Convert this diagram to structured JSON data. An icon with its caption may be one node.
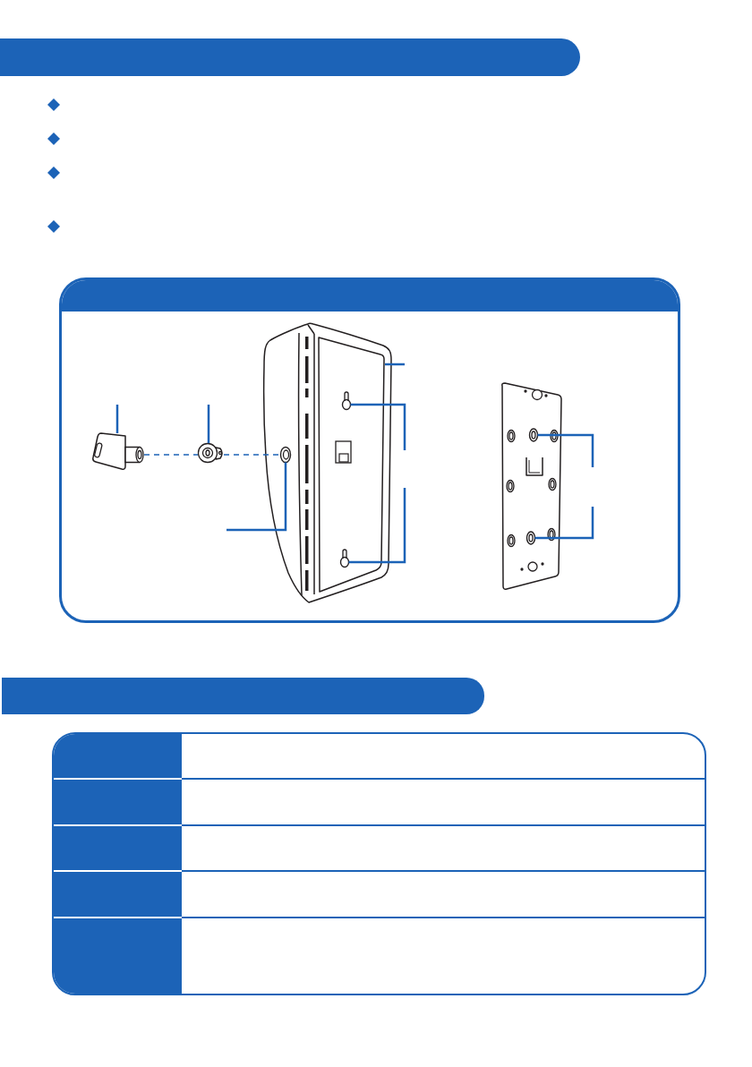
{
  "diagram": {
    "nodes": [
      {
        "text": [],
        "shape": "bar"
      },
      {
        "text": [],
        "shape": "box"
      },
      {
        "text": [],
        "shape": "bar",
        "in": 1
      },
      {
        "text": [],
        "shape": "picture",
        "in": 1
      },
      {
        "text": [],
        "shape": "picture",
        "in": 1
      },
      {
        "text": [],
        "shape": "picture",
        "in": 1
      },
      {
        "text": [],
        "shape": "circle",
        "in": 5
      },
      {
        "text": [],
        "shape": "picture",
        "in": 5
      },
      {
        "text": [],
        "shape": "circle",
        "in": 7
      },
      {
        "text": [],
        "shape": "circle",
        "in": 7
      },
      {
        "text": [],
        "shape": "picture",
        "in": 1
      },
      {
        "text": [],
        "shape": "circle",
        "in": 10
      },
      {
        "text": [],
        "shape": "circle",
        "in": 10
      },
      {
        "text": [],
        "shape": "bar"
      },
      {
        "text": [],
        "shape": "box"
      },
      {
        "text": [],
        "shape": "box",
        "in": 14
      },
      {
        "text": [],
        "shape": "box",
        "in": 14
      },
      {
        "text": [],
        "shape": "box",
        "in": 14
      },
      {
        "text": [],
        "shape": "box",
        "in": 14
      },
      {
        "text": [],
        "shape": "box",
        "in": 14
      }
    ],
    "edges": [
      {
        "from": null,
        "to": 3,
        "arrow": "none"
      },
      {
        "from": null,
        "to": 4,
        "arrow": "none"
      },
      {
        "from": 3,
        "to": 4,
        "arrow": "none",
        "style": "dashed"
      },
      {
        "from": 4,
        "to": 6,
        "arrow": "none",
        "style": "dashed"
      },
      {
        "from": null,
        "to": 6,
        "arrow": "none"
      },
      {
        "from": null,
        "to": 7,
        "arrow": "none"
      },
      {
        "from": null,
        "to": 8,
        "arrow": "none"
      },
      {
        "from": null,
        "to": 9,
        "arrow": "none"
      },
      {
        "from": null,
        "to": 11,
        "arrow": "none"
      },
      {
        "from": null,
        "to": 12,
        "arrow": "none"
      }
    ]
  }
}
